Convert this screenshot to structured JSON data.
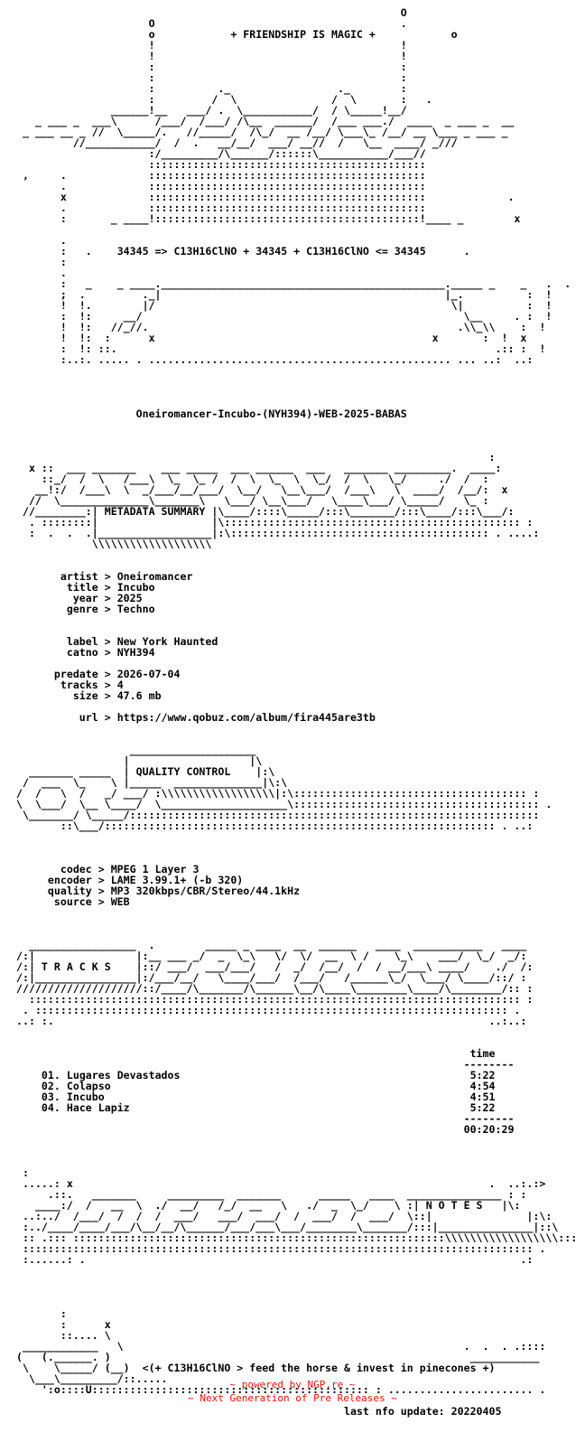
{
  "nfo": {
    "header_title": "+ FRIENDSHIP IS MAGIC +",
    "header_formula": "34345 => C13H16ClNO + 34345 + C13H16ClNO <= 34345",
    "release_name": "Oneiromancer-Incubo-(NYH394)-WEB-2025-BABAS",
    "section_metadata": "METADATA SUMMARY",
    "section_quality": "QUALITY CONTROL",
    "section_tracks": "T R A C K S",
    "section_notes": "N O T E S",
    "metadata": {
      "artist": "Oneiromancer",
      "title": "Incubo",
      "year": "2025",
      "genre": "Techno",
      "label": "New York Haunted",
      "catno": "NYH394",
      "predate": "2026-07-04",
      "tracks": "4",
      "size": "47.6 mb",
      "url": "https://www.qobuz.com/album/fira445are3tb"
    },
    "quality": {
      "codec": "MPEG 1 Layer 3",
      "encoder": "LAME 3.99.1+ (-b 320)",
      "quality": "MP3 320kbps/CBR/Stereo/44.1kHz",
      "source": "WEB"
    },
    "tracklist": {
      "time_header": "time",
      "items": [
        {
          "num": "01.",
          "name": "Lugares Devastados",
          "time": "5:22"
        },
        {
          "num": "02.",
          "name": "Colapso",
          "time": "4:54"
        },
        {
          "num": "03.",
          "name": "Incubo",
          "time": "4:51"
        },
        {
          "num": "04.",
          "name": "Hace Lapiz",
          "time": "5:22"
        }
      ],
      "total": "00:20:29"
    },
    "signature": "<(+ C13H16ClNO > feed the horse & invest in pinecones +)",
    "last_update": "last nfo update: 20220405"
  },
  "footer": {
    "line1": "~ powered by NGP.re ~",
    "line2": "~ Next Generation of Pre Releases ~"
  },
  "colors": {
    "text": "#000000",
    "background": "#ffffff",
    "footer": "#e8120c"
  }
}
